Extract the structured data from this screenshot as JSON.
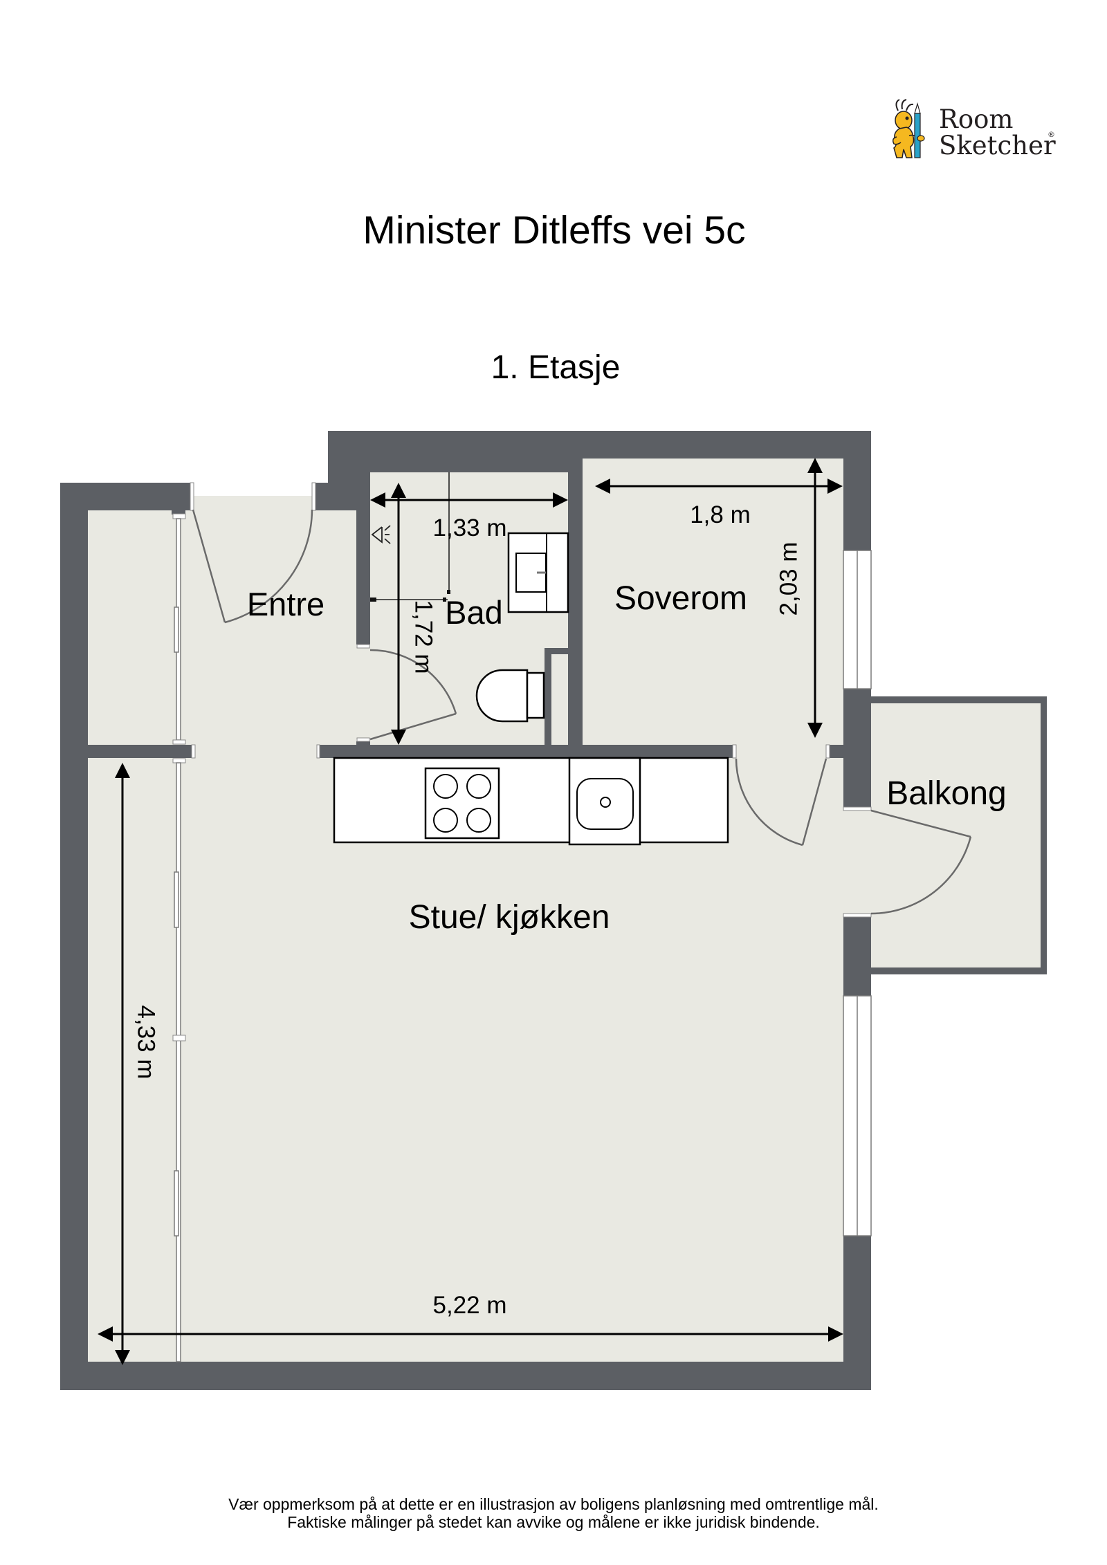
{
  "brand": {
    "line1": "Room",
    "line2": "Sketcher",
    "registered": "®"
  },
  "title": "Minister Ditleffs vei 5c",
  "floor_name": "1. Etasje",
  "rooms": {
    "entre": "Entre",
    "bad": "Bad",
    "soverom": "Soverom",
    "balkong": "Balkong",
    "stue": "Stue/ kjøkken"
  },
  "dimensions": {
    "bad_width": "1,33 m",
    "bad_length": "1,72 m",
    "soverom_width": "1,8 m",
    "soverom_length": "2,03 m",
    "stue_length": "4,33 m",
    "stue_width": "5,22 m"
  },
  "icons": [
    "roomsketcher-mascot-icon",
    "pencil-icon",
    "shower-head-icon",
    "washbasin-icon",
    "toilet-icon",
    "cooktop-icon",
    "kitchen-sink-icon"
  ],
  "disclaimer": {
    "line1": "Vær oppmerksom på at dette er en illustrasjon av boligens planløsning med omtrentlige mål.",
    "line2": "Faktiske målinger på stedet kan avvike og målene er ikke juridisk bindende."
  },
  "colors": {
    "wall": "#5c5f64",
    "floor": "#e9e9e2",
    "fixture": "#ffffff",
    "mascot": "#f5b820",
    "pencil": "#2aa3c9"
  }
}
